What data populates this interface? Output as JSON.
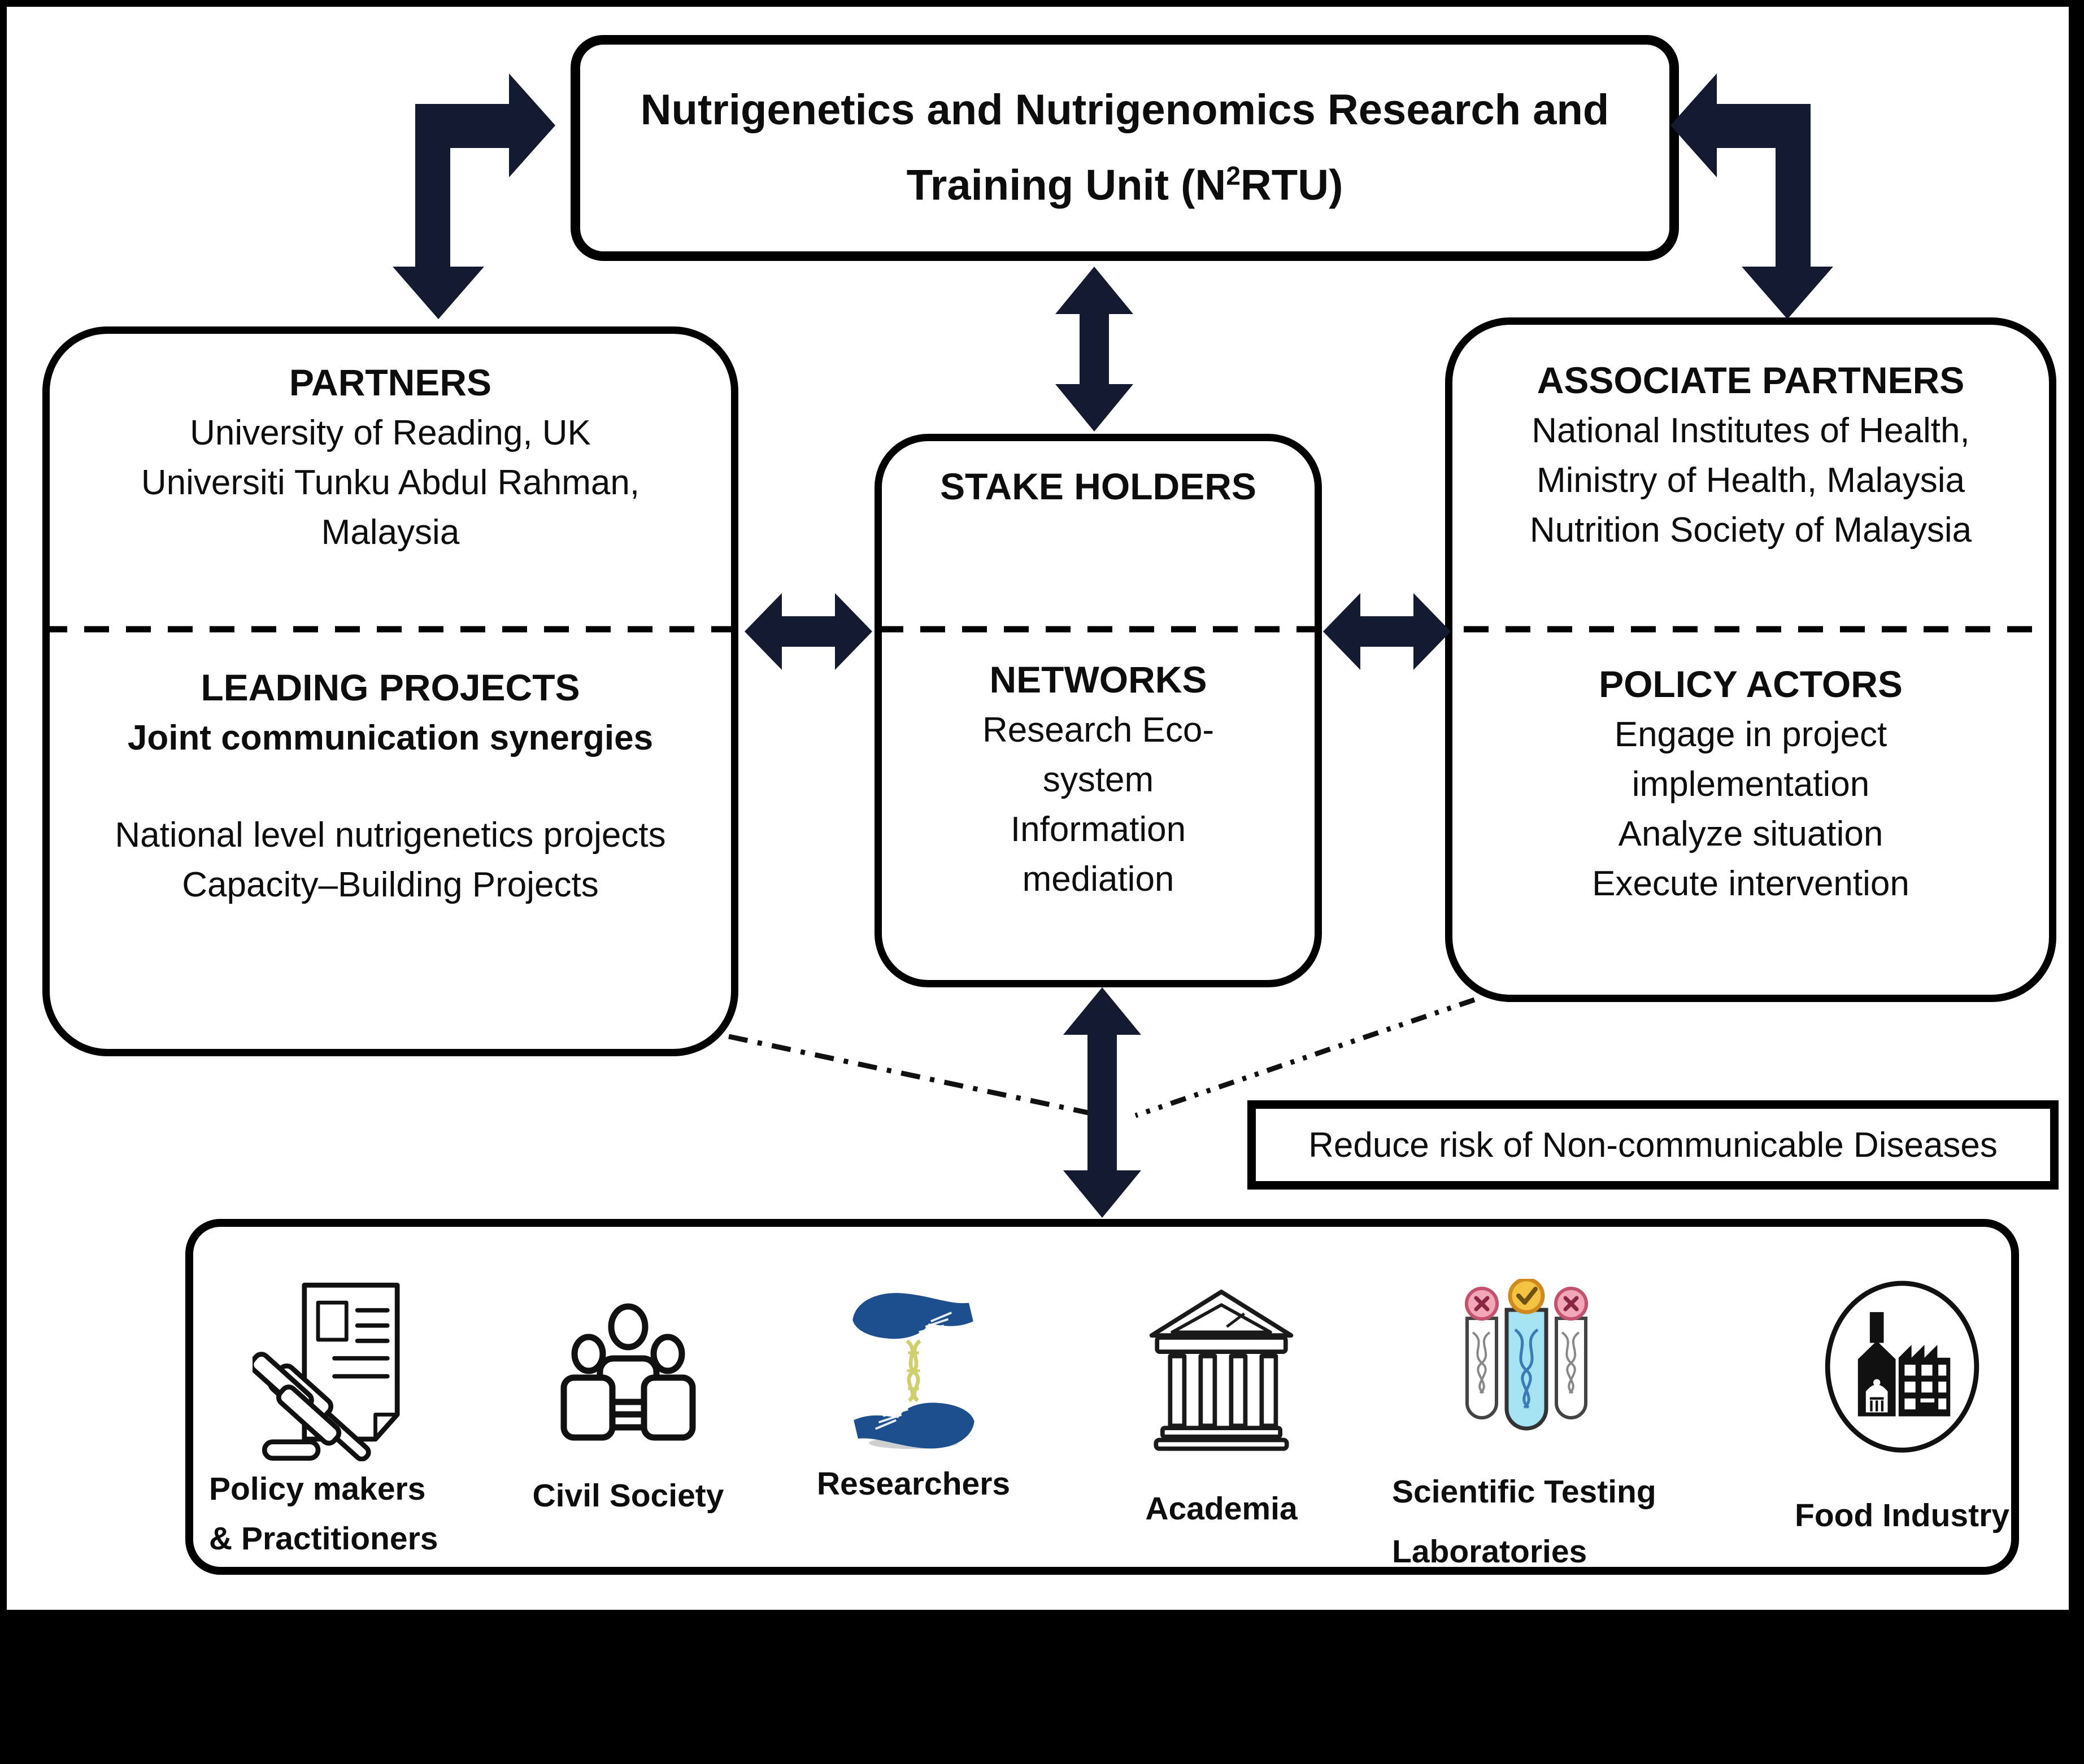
{
  "top_box": {
    "title_line1": "Nutrigenetics and Nutrigenomics Research and",
    "title_line2_pre": "Training Unit (N",
    "title_line2_sup": "2",
    "title_line2_post": "RTU)"
  },
  "partners_box": {
    "heading": "PARTNERS",
    "members": [
      "University of Reading, UK",
      "Universiti Tunku Abdul Rahman,",
      "Malaysia"
    ],
    "section2_heading": "LEADING PROJECTS",
    "section2_subheading": "Joint communication synergies",
    "projects": [
      "National level nutrigenetics projects",
      "Capacity–Building Projects"
    ]
  },
  "stakeholders_box": {
    "heading": "STAKE HOLDERS",
    "section2_heading": "NETWORKS",
    "lines": [
      "Research Eco-",
      "system",
      "Information",
      "mediation"
    ]
  },
  "associate_partners_box": {
    "heading": "ASSOCIATE PARTNERS",
    "members": [
      "National Institutes of Health,",
      "Ministry of Health, Malaysia",
      "Nutrition Society of Malaysia"
    ],
    "section2_heading": "POLICY ACTORS",
    "actions": [
      "Engage in project",
      "implementation",
      "Analyze situation",
      "Execute intervention"
    ]
  },
  "outcome_box": {
    "label": "Reduce risk of Non-communicable Diseases"
  },
  "stakeholder_groups": [
    {
      "icon": "gavel-document-icon",
      "label_lines": [
        "Policy makers",
        "& Practitioners"
      ]
    },
    {
      "icon": "people-group-icon",
      "label_lines": [
        "Civil Society"
      ]
    },
    {
      "icon": "hands-dna-icon",
      "label_lines": [
        "Researchers"
      ]
    },
    {
      "icon": "classical-building-icon",
      "label_lines": [
        "Academia"
      ]
    },
    {
      "icon": "test-tubes-icon",
      "label_lines": [
        "Scientific Testing",
        "Laboratories"
      ]
    },
    {
      "icon": "factory-icon",
      "label_lines": [
        "Food Industry"
      ]
    }
  ],
  "colors": {
    "background": "#000000",
    "panel": "#ffffff",
    "border": "#000000",
    "arrow": "#141b30",
    "hands_blue": "#1d4f8f",
    "dna_yellow": "#d9d977",
    "tube_cyan": "#a5e2f2",
    "check_yellow": "#f5c343",
    "cross_pink": "#f2a7b8",
    "cross_red": "#c2526e"
  }
}
